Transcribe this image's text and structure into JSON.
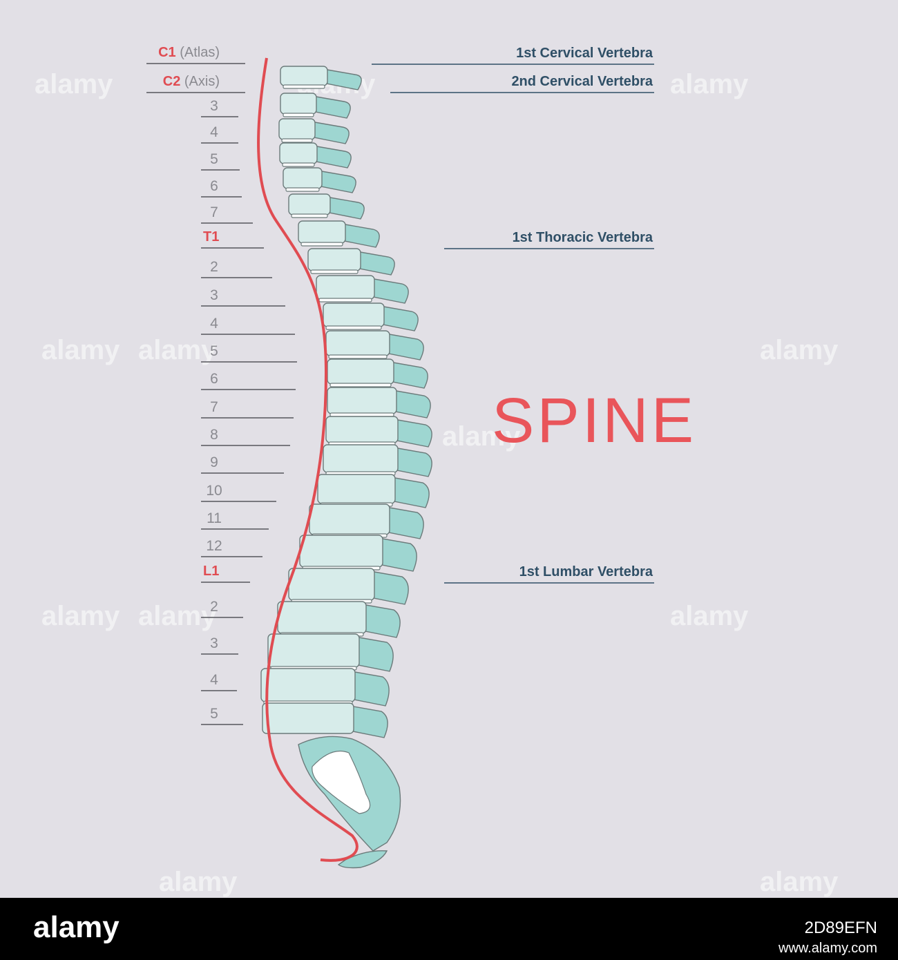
{
  "title": "SPINE",
  "left_labels": [
    {
      "key": "C1",
      "suffix": "(Atlas)"
    },
    {
      "key": "C2",
      "suffix": "(Axis)"
    },
    {
      "num": "3"
    },
    {
      "num": "4"
    },
    {
      "num": "5"
    },
    {
      "num": "6"
    },
    {
      "num": "7"
    },
    {
      "key": "T1"
    },
    {
      "num": "2"
    },
    {
      "num": "3"
    },
    {
      "num": "4"
    },
    {
      "num": "5"
    },
    {
      "num": "6"
    },
    {
      "num": "7"
    },
    {
      "num": "8"
    },
    {
      "num": "9"
    },
    {
      "num": "10"
    },
    {
      "num": "11"
    },
    {
      "num": "12"
    },
    {
      "key": "L1"
    },
    {
      "num": "2"
    },
    {
      "num": "3"
    },
    {
      "num": "4"
    },
    {
      "num": "5"
    }
  ],
  "right_labels": [
    "1st Cervical Vertebra",
    "2nd Cervical Vertebra",
    "1st Thoracic Vertebra",
    "1st Lumbar Vertebra"
  ],
  "watermark": "alamy",
  "footer": {
    "logo": "alamy",
    "image_id": "2D89EFN",
    "site": "www.alamy.com"
  },
  "colors": {
    "accent": "#e04c52",
    "label": "#2f4f66",
    "vertebra_body": "#d7ecea",
    "vertebra_process": "#9ed6d1",
    "background": "#e2e0e6"
  }
}
